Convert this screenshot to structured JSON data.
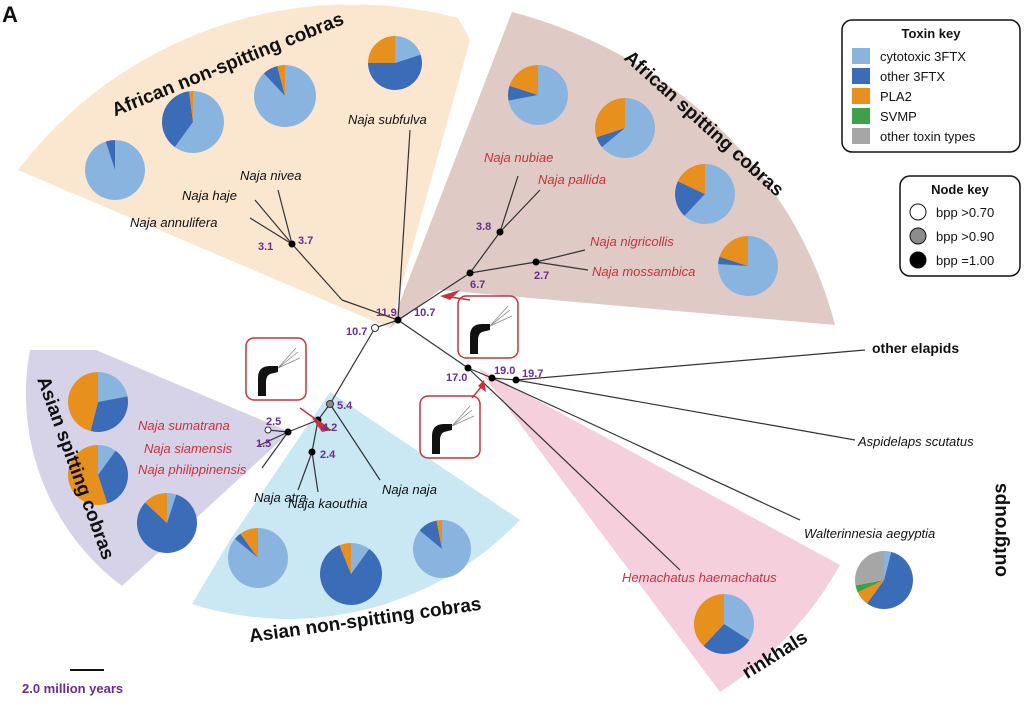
{
  "figure": {
    "panel_letter": "A",
    "scale_label": "2.0 million years"
  },
  "groups": {
    "african_non_spitting": "African non-spitting cobras",
    "african_spitting": "African spitting cobras",
    "asian_spitting": "Asian spitting cobras",
    "asian_non_spitting": "Asian non-spitting cobras",
    "rinkhals": "rinkhals",
    "outgroups": "outgroups"
  },
  "species": {
    "subfulva": "Naja subfulva",
    "nivea": "Naja nivea",
    "haje": "Naja haje",
    "annulifera": "Naja annulifera",
    "nubiae": "Naja nubiae",
    "pallida": "Naja pallida",
    "nigricollis": "Naja nigricollis",
    "mossambica": "Naja mossambica",
    "sumatrana": "Naja sumatrana",
    "siamensis": "Naja siamensis",
    "philippinensis": "Naja philippinensis",
    "atra": "Naja atra",
    "kaouthia": "Naja kaouthia",
    "naja": "Naja naja",
    "other_elapids": "other elapids",
    "aspidelaps": "Aspidelaps scutatus",
    "walterinnesia": "Walterinnesia aegyptia",
    "hemachatus": "Hemachatus haemachatus"
  },
  "node_values": {
    "n3_1": "3.1",
    "n3_7": "3.7",
    "n3_8": "3.8",
    "n6_7": "6.7",
    "n2_7": "2.7",
    "n11_9": "11.9",
    "n10_7_right": "10.7",
    "n10_7_left": "10.7",
    "n17_0": "17.0",
    "n19_0": "19.0",
    "n19_7": "19.7",
    "n2_5": "2.5",
    "n1_5": "1.5",
    "n4_2": "4.2",
    "n5_4": "5.4",
    "n2_4": "2.4"
  },
  "toxin_key": {
    "title": "Toxin key",
    "items": [
      {
        "label": "cytotoxic 3FTX",
        "color": "#8ab4e0"
      },
      {
        "label": "other 3FTX",
        "color": "#3a6cb8"
      },
      {
        "label": "PLA2",
        "color": "#e8901e"
      },
      {
        "label": "SVMP",
        "color": "#3ea04a"
      },
      {
        "label": "other toxin types",
        "color": "#a6a6a6"
      }
    ]
  },
  "node_key": {
    "title": "Node key",
    "items": [
      {
        "label": "bpp >0.70",
        "fill": "#ffffff"
      },
      {
        "label": "bpp >0.90",
        "fill": "#8c8c8c"
      },
      {
        "label": "bpp =1.00",
        "fill": "#000000"
      }
    ]
  },
  "colors": {
    "african_non_spitting_bg": "#fbe6cf",
    "african_spitting_bg": "#dfcac6",
    "asian_spitting_bg": "#d6d2e8",
    "asian_non_spitting_bg": "#c9e8f4",
    "rinkhals_bg": "#f6cfdd",
    "spitter_red": "#c8323a",
    "node_value_purple": "#6b2c91"
  },
  "pies": [
    {
      "species": "Naja subfulva",
      "fractions": [
        0.2,
        0.55,
        0.25,
        0,
        0
      ]
    },
    {
      "species": "Naja nivea",
      "fractions": [
        0.88,
        0.08,
        0.04,
        0,
        0
      ]
    },
    {
      "species": "Naja haje",
      "fractions": [
        0.6,
        0.38,
        0.02,
        0,
        0
      ]
    },
    {
      "species": "Naja annulifera",
      "fractions": [
        0.95,
        0.05,
        0,
        0,
        0
      ]
    },
    {
      "species": "Naja nubiae",
      "fractions": [
        0.72,
        0.08,
        0.2,
        0,
        0
      ]
    },
    {
      "species": "Naja pallida",
      "fractions": [
        0.64,
        0.06,
        0.3,
        0,
        0
      ]
    },
    {
      "species": "Naja nigricollis",
      "fractions": [
        0.62,
        0.2,
        0.18,
        0,
        0
      ]
    },
    {
      "species": "Naja mossambica",
      "fractions": [
        0.76,
        0.04,
        0.2,
        0,
        0
      ]
    },
    {
      "species": "Naja sumatrana",
      "fractions": [
        0.22,
        0.32,
        0.46,
        0,
        0
      ]
    },
    {
      "species": "Naja siamensis",
      "fractions": [
        0.1,
        0.35,
        0.55,
        0,
        0
      ]
    },
    {
      "species": "Naja philippinensis",
      "fractions": [
        0.05,
        0.82,
        0.13,
        0,
        0
      ]
    },
    {
      "species": "Naja atra",
      "fractions": [
        0.86,
        0.04,
        0.1,
        0,
        0
      ]
    },
    {
      "species": "Naja kaouthia",
      "fractions": [
        0.1,
        0.84,
        0.06,
        0,
        0
      ]
    },
    {
      "species": "Naja naja",
      "fractions": [
        0.86,
        0.11,
        0.03,
        0,
        0
      ]
    },
    {
      "species": "Hemachatus haemachatus",
      "fractions": [
        0.34,
        0.28,
        0.38,
        0,
        0
      ]
    },
    {
      "species": "Walterinnesia aegyptia",
      "fractions": [
        0.04,
        0.56,
        0.08,
        0.04,
        0.28
      ]
    }
  ]
}
